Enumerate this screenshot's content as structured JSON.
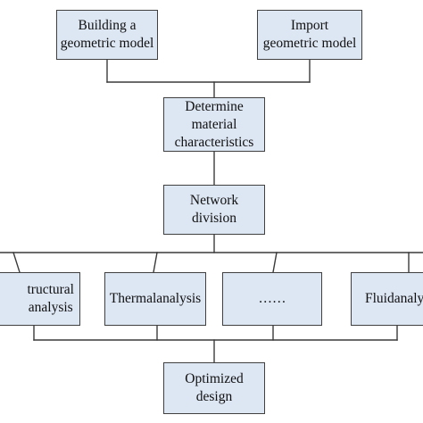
{
  "diagram": {
    "nodes": {
      "build_model": [
        "Building a",
        "geometric model"
      ],
      "import_model": [
        "Import",
        "geometric model"
      ],
      "material": [
        "Determine",
        "material",
        "characteristics"
      ],
      "network": [
        "Network",
        "division"
      ],
      "structural": [
        "tructural",
        "analysis"
      ],
      "thermal": [
        "Thermalanalysis"
      ],
      "ellipsis": [
        "……"
      ],
      "fluid": [
        "Fluidanaly"
      ],
      "optimized": [
        "Optimized",
        "design"
      ]
    },
    "edges": [
      [
        "build_model",
        "material"
      ],
      [
        "import_model",
        "material"
      ],
      [
        "material",
        "network"
      ],
      [
        "network",
        "structural"
      ],
      [
        "network",
        "thermal"
      ],
      [
        "network",
        "ellipsis"
      ],
      [
        "network",
        "fluid"
      ],
      [
        "structural",
        "optimized"
      ],
      [
        "thermal",
        "optimized"
      ],
      [
        "ellipsis",
        "optimized"
      ],
      [
        "fluid",
        "optimized"
      ]
    ],
    "colors": {
      "box_fill": "#dde6f3",
      "box_border": "#404040",
      "connector": "#3a3a3a",
      "background": "#ffffff"
    }
  }
}
